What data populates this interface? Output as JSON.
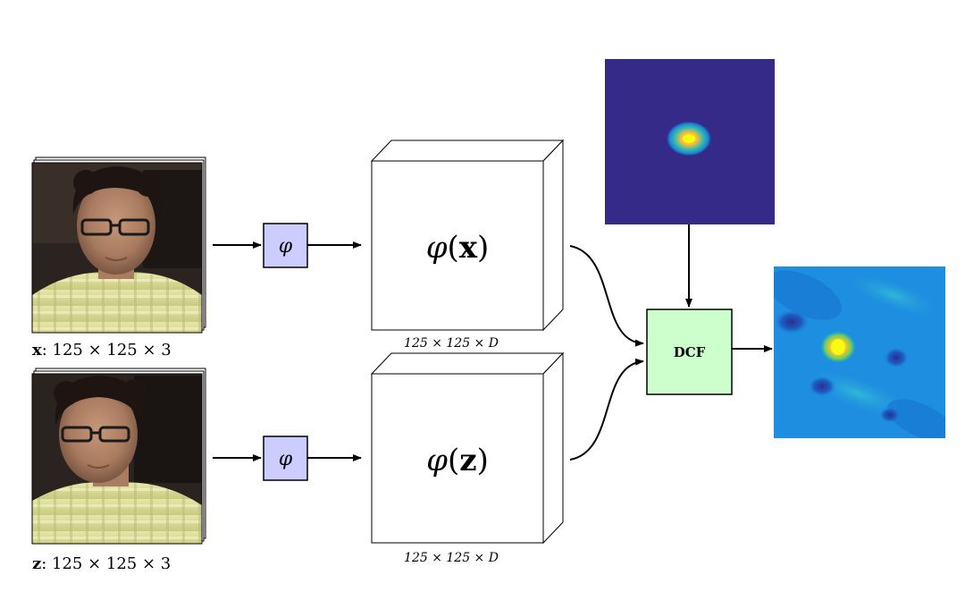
{
  "input_x": {
    "var": "x",
    "dims": ": 125 × 125 × 3"
  },
  "input_z": {
    "var": "z",
    "dims": ": 125 × 125 × 3"
  },
  "phi_block_label": "φ",
  "feature_x": {
    "phi": "φ",
    "open": "(",
    "var": "x",
    "close": ")",
    "dims": "125 × 125 × D"
  },
  "feature_z": {
    "phi": "φ",
    "open": "(",
    "var": "z",
    "close": ")",
    "dims": "125 × 125 × D"
  },
  "dcf_label": "DCF",
  "colors": {
    "phi_block_fill": "#ccccff",
    "dcf_fill": "#ccffcc",
    "label_map_bg": "#352a87",
    "response_map_bg": "#1e8ee0"
  }
}
